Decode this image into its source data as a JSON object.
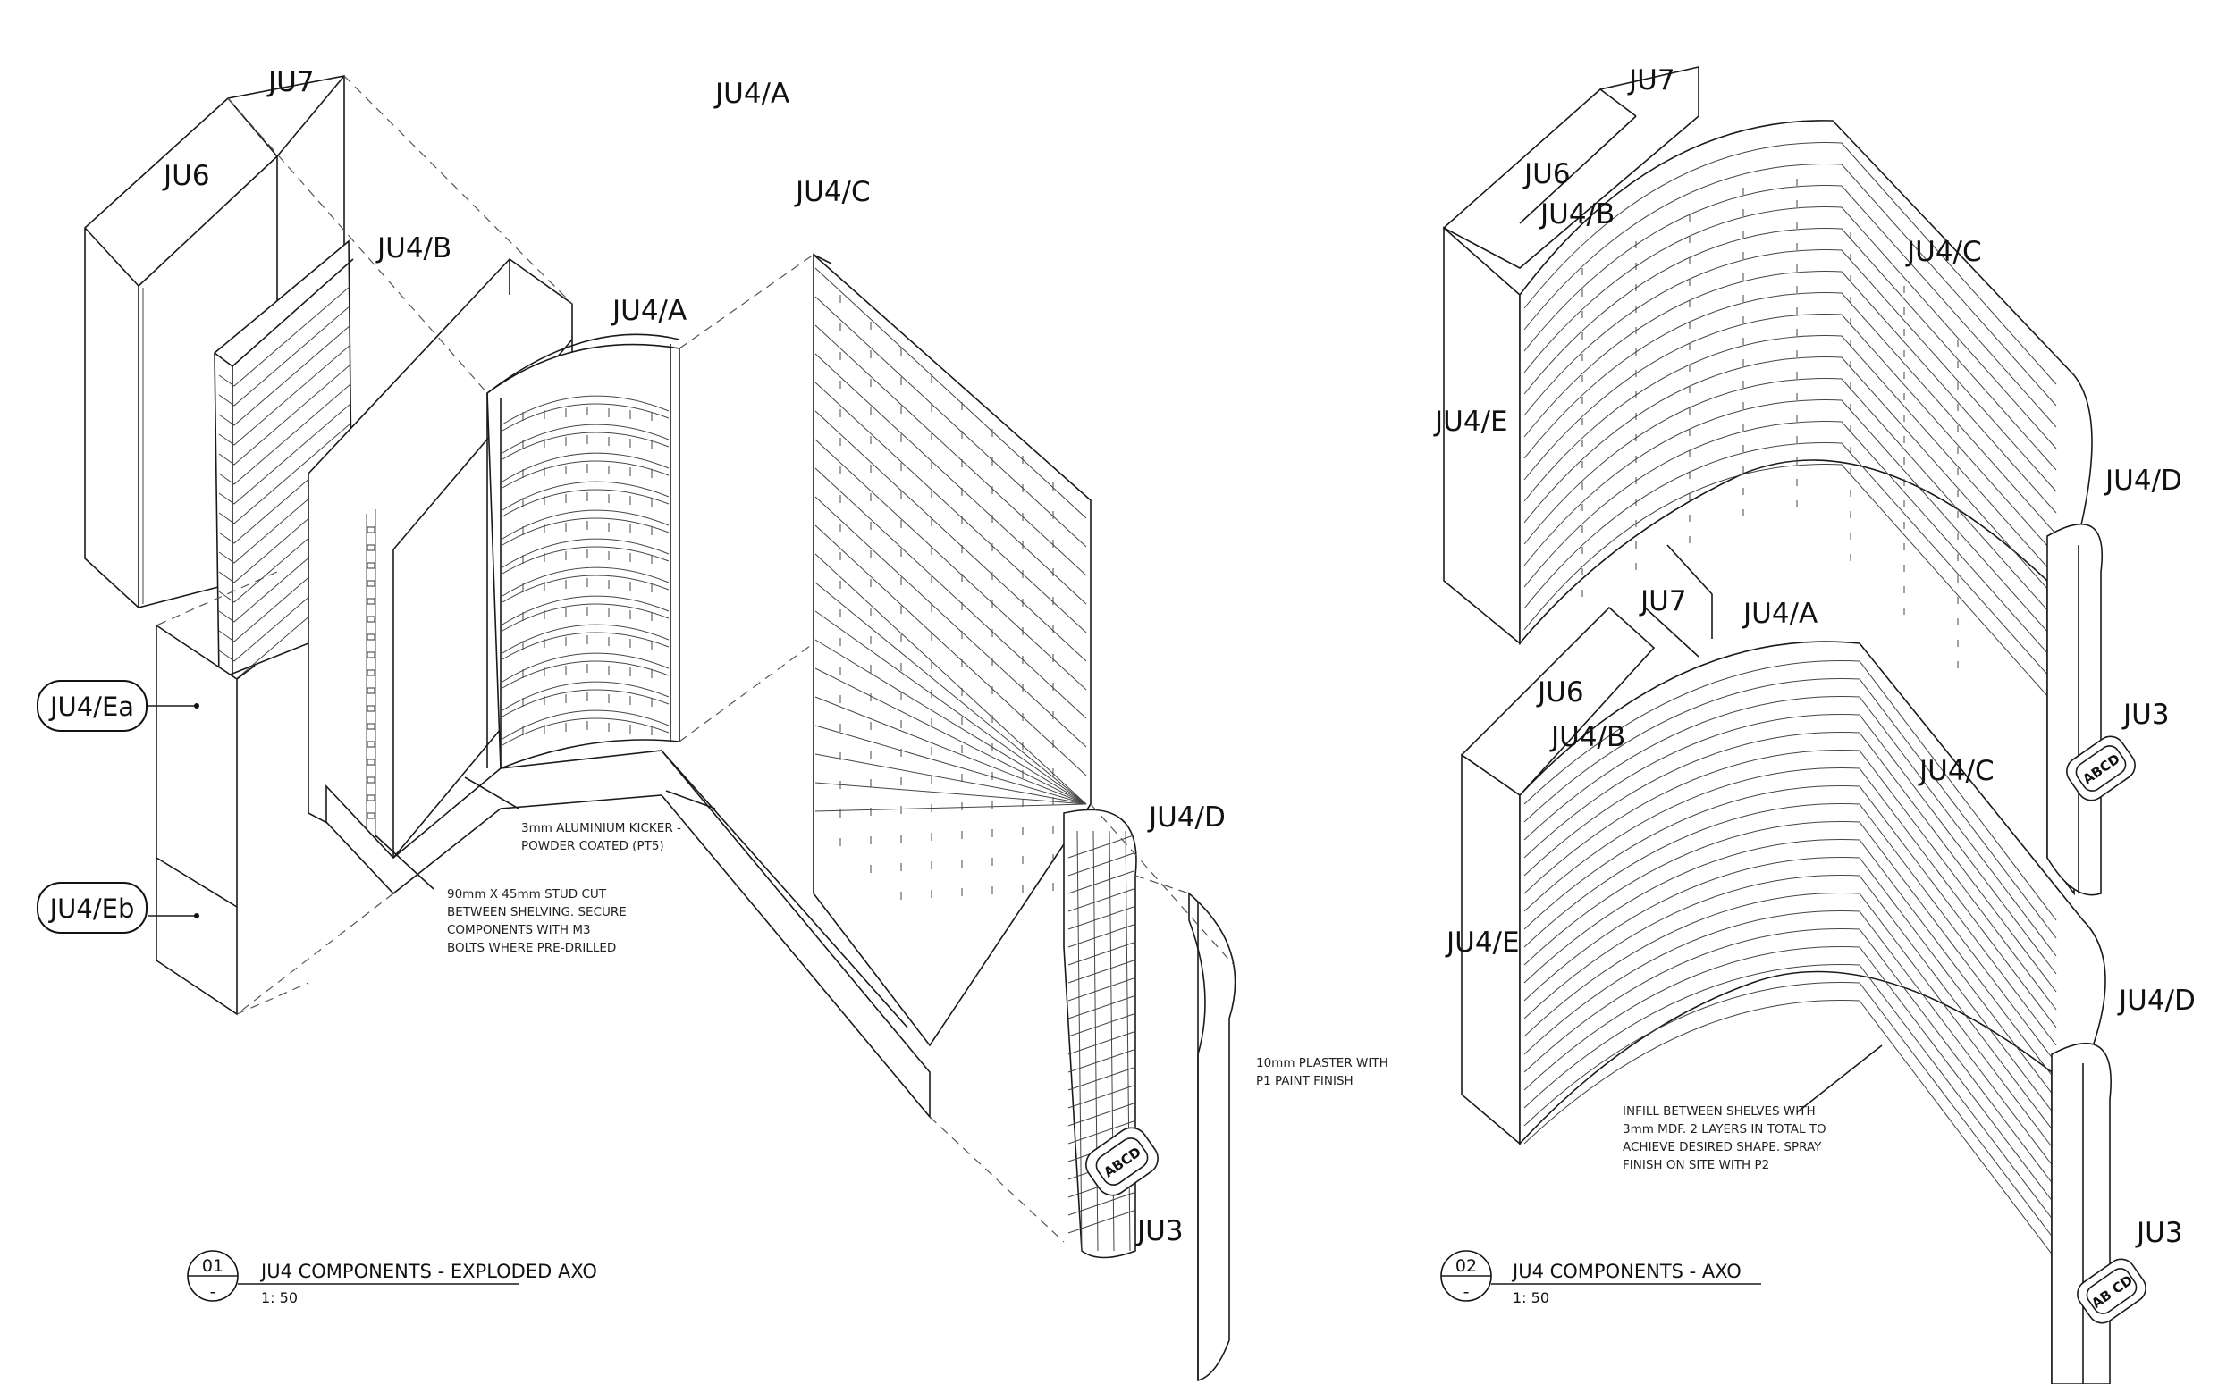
{
  "view1": {
    "labels": {
      "ju7": "JU7",
      "ju6": "JU6",
      "ju4b": "JU4/B",
      "ju4a_top": "JU4/A",
      "ju4a": "JU4/A",
      "ju4c": "JU4/C",
      "ju4d": "JU4/D",
      "ju3": "JU3",
      "ju4ea": "JU4/Ea",
      "ju4eb": "JU4/Eb"
    },
    "notes": {
      "kicker": [
        "3mm ALUMINIUM KICKER -",
        "POWDER COATED (PT5)"
      ],
      "stud": [
        "90mm X 45mm STUD CUT",
        "BETWEEN SHELVING. SECURE",
        "COMPONENTS WITH M3",
        "BOLTS WHERE PRE-DRILLED"
      ],
      "plaster": [
        "10mm PLASTER WITH",
        "P1 PAINT FINISH"
      ]
    },
    "title_block": {
      "number": "01",
      "sheet": "-",
      "title": "JU4 COMPONENTS - EXPLODED AXO",
      "scale": "1: 50"
    },
    "badge": "ABCD"
  },
  "view2": {
    "labels": {
      "ju7_top": "JU7",
      "ju6_top": "JU6",
      "ju4b_top": "JU4/B",
      "ju4c_top": "JU4/C",
      "ju4e_top": "JU4/E",
      "ju4d_top": "JU4/D",
      "ju3_top": "JU3",
      "ju7": "JU7",
      "ju4a": "JU4/A",
      "ju6": "JU6",
      "ju4b": "JU4/B",
      "ju4c": "JU4/C",
      "ju4e": "JU4/E",
      "ju4d": "JU4/D",
      "ju3": "JU3"
    },
    "notes": {
      "infill": [
        "INFILL BETWEEN SHELVES WITH",
        "3mm MDF. 2 LAYERS IN TOTAL TO",
        "ACHIEVE DESIRED SHAPE. SPRAY",
        "FINISH ON SITE WITH P2"
      ]
    },
    "title_block": {
      "number": "02",
      "sheet": "-",
      "title": "JU4 COMPONENTS - AXO",
      "scale": "1: 50"
    },
    "badge_top": "ABCD",
    "badge_bottom": "AB CD"
  }
}
